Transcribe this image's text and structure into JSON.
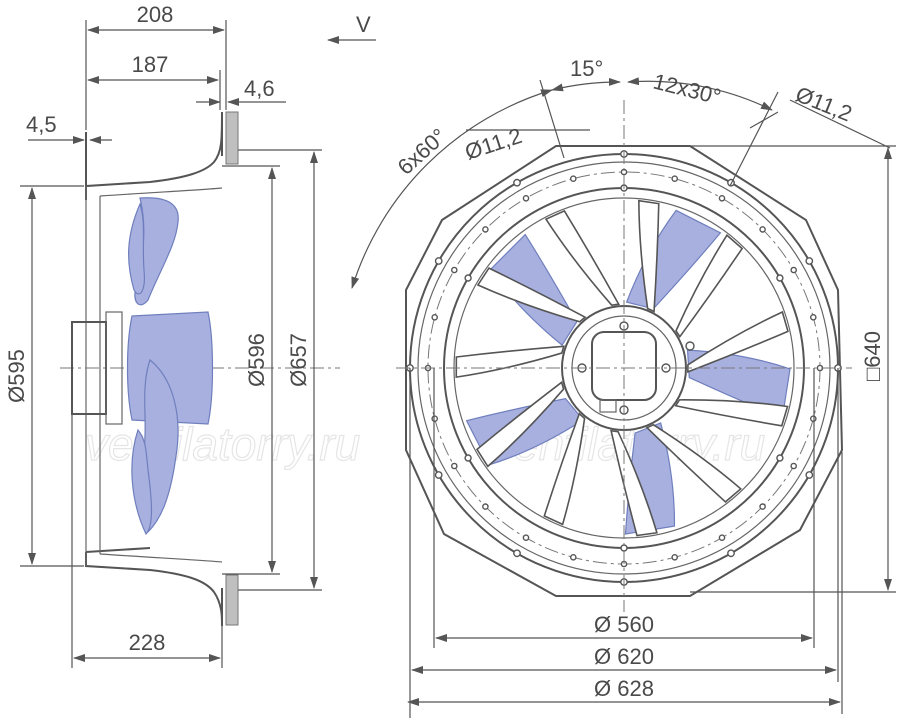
{
  "watermark": "ventilatorry.ru",
  "view_label": "V",
  "colors": {
    "blade_fill": "#a8b0e0",
    "line": "#555555",
    "text": "#4a4a4a",
    "wall_hatch": "#bfbfbf"
  },
  "side_view": {
    "dims": {
      "depth_top": "208",
      "depth_mid": "187",
      "flange_thickness": "4,6",
      "inlet_offset": "4,5",
      "dia_inlet": "Ø595",
      "dia_ring": "Ø596",
      "dia_outer": "Ø657",
      "depth_bottom": "228"
    }
  },
  "front_view": {
    "dims": {
      "angle_small": "15°",
      "hole_pattern": "12x30°",
      "hole_dia_right": "Ø11,2",
      "hole_dia_left": "Ø11,2",
      "angle_large": "6x60°",
      "square_size": "□640",
      "bolt_circle_inner": "Ø 560",
      "bolt_circle_mid": "Ø 620",
      "bolt_circle_outer": "Ø 628"
    }
  }
}
